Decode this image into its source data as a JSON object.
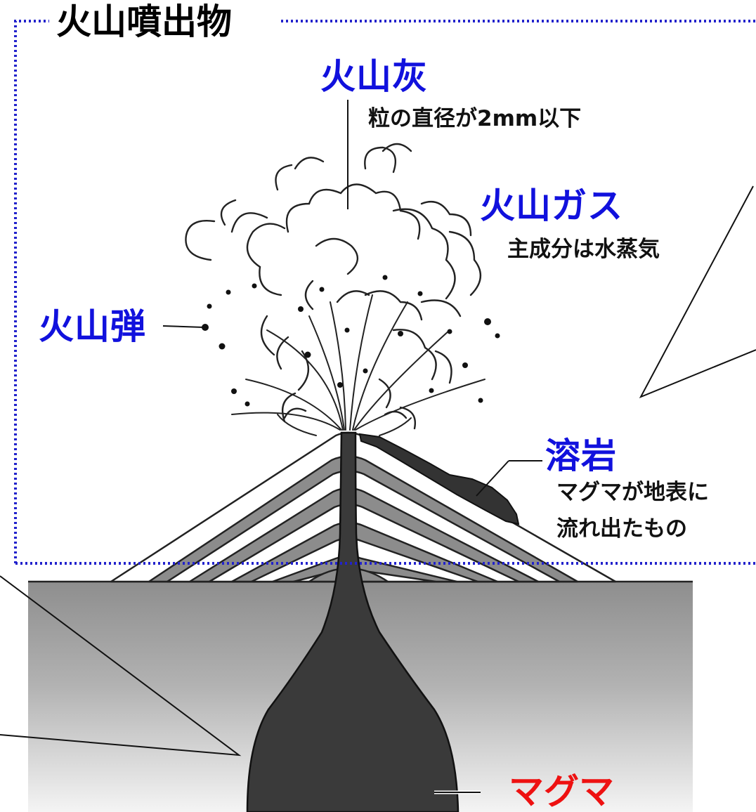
{
  "title": "火山噴出物",
  "labels": {
    "ash": {
      "name": "火山灰",
      "desc": "粒の直径が2mm以下"
    },
    "gas": {
      "name": "火山ガス",
      "desc": "主成分は水蒸気"
    },
    "bomb": {
      "name": "火山弾"
    },
    "lava": {
      "name": "溶岩",
      "desc_line1": "マグマが地表に",
      "desc_line2": "流れ出たもの"
    },
    "magma": {
      "name": "マグマ"
    }
  },
  "colors": {
    "label_blue": "#1111dd",
    "label_red": "#ee1111",
    "frame_dots": "#2222cc",
    "magma_fill": "#3a3a3a",
    "strata_gray": "#8c8c8c",
    "ground_gray": "#8e8e8e"
  }
}
